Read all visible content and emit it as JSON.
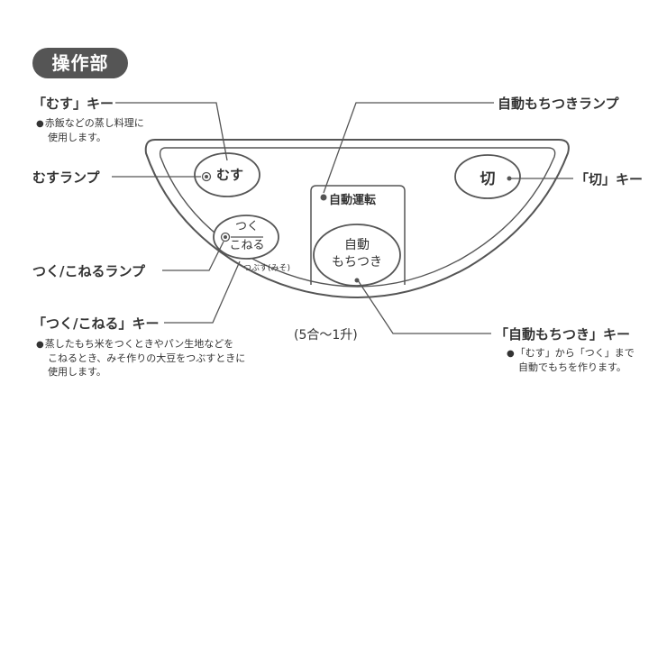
{
  "title": "操作部",
  "labels": {
    "musu_key": "「むす」キー",
    "musu_key_note_1": "赤飯などの蒸し料理に",
    "musu_key_note_2": "使用します。",
    "musu_lamp": "むすランプ",
    "tsuku_lamp": "つく/こねるランプ",
    "tsuku_key": "「つく/こねる」キー",
    "tsuku_key_note_1": "蒸したもち米をつくときやパン生地などを",
    "tsuku_key_note_2": "こねるとき、みそ作りの大豆をつぶすときに",
    "tsuku_key_note_3": "使用します。",
    "auto_lamp": "自動もちつきランプ",
    "kiri_key": "「切」キー",
    "auto_key": "「自動もちつき」キー",
    "auto_key_note_1": "「むす」から「つく」まで",
    "auto_key_note_2": "自動でもちを作ります。",
    "bullet": "●"
  },
  "panel": {
    "musu_button": "むす",
    "tsuku_top": "つく",
    "tsuku_bottom": "こねる",
    "tsuku_sub": "つぶす(みそ)",
    "auto_indicator": "自動運転",
    "auto_button_line1": "自動",
    "auto_button_line2": "もちつき",
    "kiri_button": "切",
    "capacity": "(5合〜1升)"
  }
}
